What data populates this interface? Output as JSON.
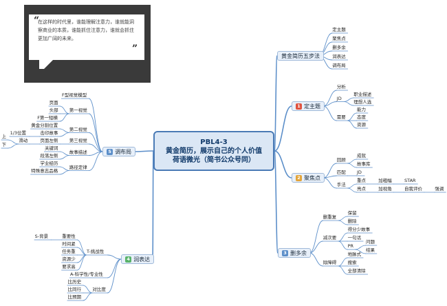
{
  "quote": {
    "open_mark": "“",
    "close_mark": "”",
    "text": "在这样的时代里，谁能理解注意力，谁就能洞察商业的本质，谁能抓住注意力，谁就会抓住更加广阔的未来。"
  },
  "central": {
    "lines": [
      "PBL4-3",
      "黄金简历，展示自己的个人价值",
      "荷语微光（简书公众号同）"
    ]
  },
  "colors": {
    "line": "#5b8ec9",
    "badge1": "#e0533f",
    "badge2": "#e3a43a",
    "badge3": "#5b8ec9",
    "badge4": "#59b36a",
    "badge5": "#5b8ec9"
  },
  "topics": [
    {
      "id": "t0",
      "label": "黄金简历五步法",
      "badge": "",
      "children": [
        {
          "label": "定主题"
        },
        {
          "label": "聚焦点"
        },
        {
          "label": "删多余"
        },
        {
          "label": "润表达"
        },
        {
          "label": "调布局"
        }
      ]
    },
    {
      "id": "t1",
      "label": "定主题",
      "badge": "1",
      "children": [
        {
          "label": "分析"
        },
        {
          "label": "JD",
          "children": [
            {
              "label": "职业描述"
            },
            {
              "label": "理想人选"
            }
          ]
        },
        {
          "label": "需要",
          "children": [
            {
              "label": "能力"
            },
            {
              "label": "态度"
            },
            {
              "label": "资源"
            }
          ]
        }
      ]
    },
    {
      "id": "t2",
      "label": "聚焦点",
      "badge": "2",
      "children": [
        {
          "label": "回顾",
          "children": [
            {
              "label": "成就"
            },
            {
              "label": "故事库"
            }
          ]
        },
        {
          "label": "匹配",
          "children": [
            {
              "label": "JD"
            }
          ]
        },
        {
          "label": "手法",
          "children": [
            {
              "label": "重点",
              "children": [
                {
                  "label": "加粗幅",
                  "children": [
                    {
                      "label": "STAR"
                    }
                  ]
                }
              ]
            },
            {
              "label": "亮点",
              "children": [
                {
                  "label": "加视角",
                  "children": [
                    {
                      "label": "自我评价",
                      "children": [
                        {
                          "label": "强调"
                        }
                      ]
                    }
                  ]
                }
              ]
            }
          ]
        }
      ]
    },
    {
      "id": "t3",
      "label": "删多余",
      "badge": "3",
      "children": [
        {
          "label": "删重复",
          "children": [
            {
              "label": "保留"
            },
            {
              "label": "删除"
            }
          ]
        },
        {
          "label": "减次要",
          "children": [
            {
              "label": "得分少故事"
            },
            {
              "label": "一句话"
            },
            {
              "label": "PR",
              "children": [
                {
                  "label": "问题"
                },
                {
                  "label": "结果"
                }
              ]
            }
          ]
        },
        {
          "label": "除障碍",
          "children": [
            {
              "label": "地脉式"
            },
            {
              "label": "搜索"
            },
            {
              "label": "全部清除"
            }
          ]
        }
      ]
    },
    {
      "id": "t4",
      "label": "润表达",
      "badge": "4",
      "children": [
        {
          "label": "T-挑战性",
          "children": [
            {
              "label": "重要性",
              "children": [
                {
                  "label": "S-背景"
                }
              ]
            },
            {
              "label": "时间紧"
            },
            {
              "label": "任务重"
            },
            {
              "label": "资源少"
            },
            {
              "label": "要求高"
            }
          ]
        },
        {
          "label": "A-科学性/专业性"
        },
        {
          "label": "对比度",
          "children": [
            {
              "label": "比历史"
            },
            {
              "label": "比同行"
            },
            {
              "label": "比预期"
            }
          ]
        }
      ]
    },
    {
      "id": "t5",
      "label": "调布局",
      "badge": "5",
      "children": [
        {
          "label": "F型视觉模型"
        },
        {
          "label": "第一视觉",
          "children": [
            {
              "label": "页面"
            },
            {
              "label": "头部"
            },
            {
              "label": "F第一短横"
            }
          ]
        },
        {
          "label": "第二视觉",
          "children": [
            {
              "label": "黄金分割位置"
            },
            {
              "label": "击印故事",
              "children": [
                {
                  "label": "1/3位置"
                }
              ]
            }
          ]
        },
        {
          "label": "第三视觉",
          "children": [
            {
              "label": "页面左侧",
              "children": [
                {
                  "label": "滑动",
                  "children": [
                    {
                      "label": "上"
                    },
                    {
                      "label": "下"
                    }
                  ]
                }
              ]
            }
          ]
        },
        {
          "label": "故事描述",
          "children": [
            {
              "label": "关键词"
            },
            {
              "label": "段落左侧"
            }
          ]
        },
        {
          "label": "路径定律",
          "children": [
            {
              "label": "学业经历"
            },
            {
              "label": "特殊意志品格"
            }
          ]
        }
      ]
    }
  ]
}
